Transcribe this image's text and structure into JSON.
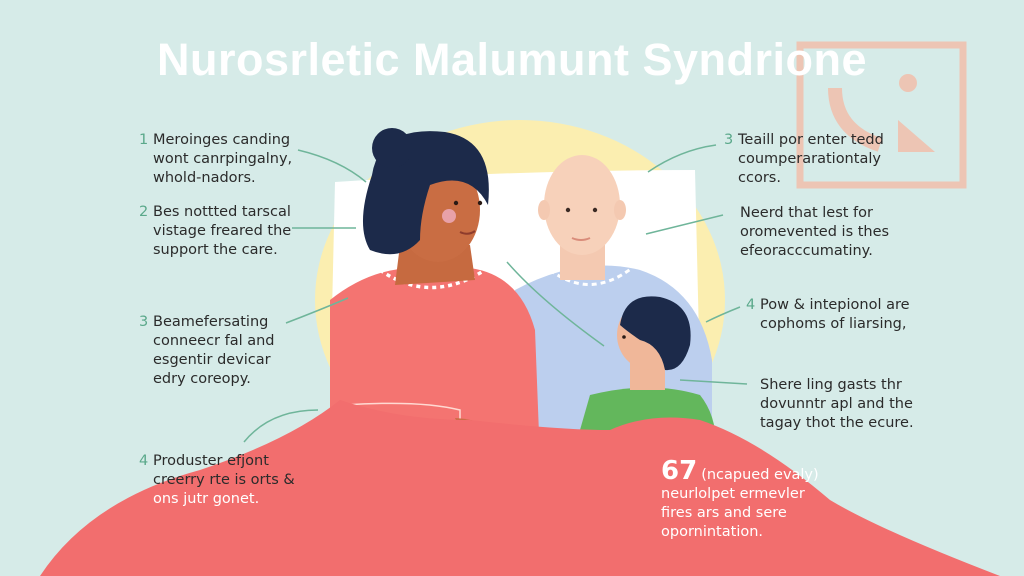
{
  "title": "Nurosrletic Malumunt Syndrione",
  "colors": {
    "background": "#d6ebe8",
    "title": "#ffffff",
    "blanket": "#f26e6e",
    "woman_shirt": "#f47471",
    "man_shirt": "#bccfee",
    "child_shirt": "#63b75c",
    "sun": "#fbeeb0",
    "pillow": "#ffffff",
    "hair": "#1c2a4a",
    "arrows": "#6fb59a",
    "icon_frame": "#f5b9a3",
    "number_accent": "#5aa88a"
  },
  "left_notes": [
    {
      "num": "1",
      "lines": [
        "Meroinges canding",
        "wont canrpingalny,",
        "whold-nadors."
      ]
    },
    {
      "num": "2",
      "lines": [
        "Bes nottted tarscal",
        "vistage freared the",
        "support the care."
      ]
    },
    {
      "num": "3",
      "lines": [
        "Beamefersating",
        "conneecr fal and",
        "esgentir devicar",
        "edry coreopy."
      ]
    },
    {
      "num": "4",
      "lines": [
        "Produster efjont",
        "creerry rte is orts &",
        "ons jutr gonet."
      ]
    }
  ],
  "right_notes": [
    {
      "num": "3",
      "lines": [
        "Teaill por enter tedd",
        "coumperarationtaly",
        "ccors."
      ]
    },
    {
      "num": "",
      "lines": [
        "Neerd that lest for",
        "oromevented is thes",
        "efeoracccumatiny."
      ]
    },
    {
      "num": "4",
      "lines": [
        "Pow & intepionol are",
        "cophoms of liarsing,"
      ]
    },
    {
      "num": "",
      "lines": [
        "Shere ling gasts thr",
        "dovunntr apl and the",
        "tagay thot the ecure."
      ]
    }
  ],
  "stat": {
    "value": "67",
    "label": "(ncapued evaly)",
    "lines": [
      "neurlolpet ermevler",
      "fires ars and sere",
      "opornintation."
    ]
  },
  "icons": {
    "corner_icon": "image-placeholder-icon"
  }
}
